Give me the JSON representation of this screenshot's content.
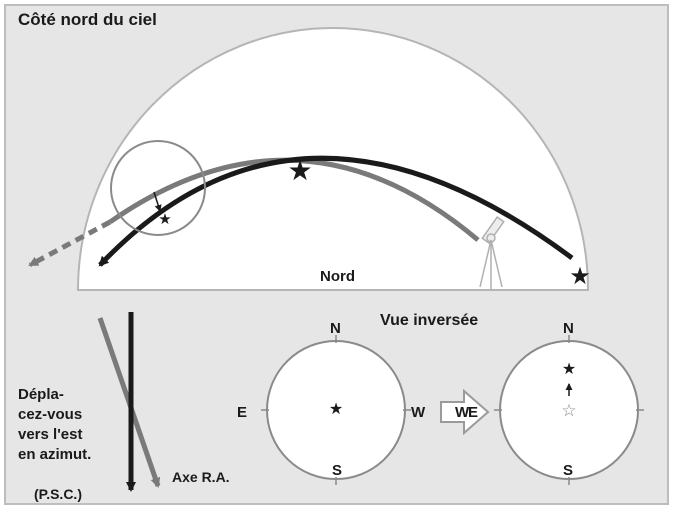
{
  "title": "Côté nord du ciel",
  "dome_label": "Nord",
  "inverted_view_label": "Vue inversée",
  "instruction_lines": [
    "Dépla-",
    "cez-vous",
    "vers l'est",
    "en azimut."
  ],
  "ra_axis_label": "Axe R.A.",
  "psc_label": "(P.S.C.)",
  "compass_left": {
    "north": "N",
    "south": "S",
    "east": "E",
    "west": "W"
  },
  "compass_right": {
    "north": "N",
    "south": "S",
    "east": "E",
    "west": "W"
  },
  "colors": {
    "background": "#e6e6e6",
    "frame": "#bdbdbd",
    "black_path": "#1a1a1a",
    "gray_path": "#7a7a7a"
  }
}
